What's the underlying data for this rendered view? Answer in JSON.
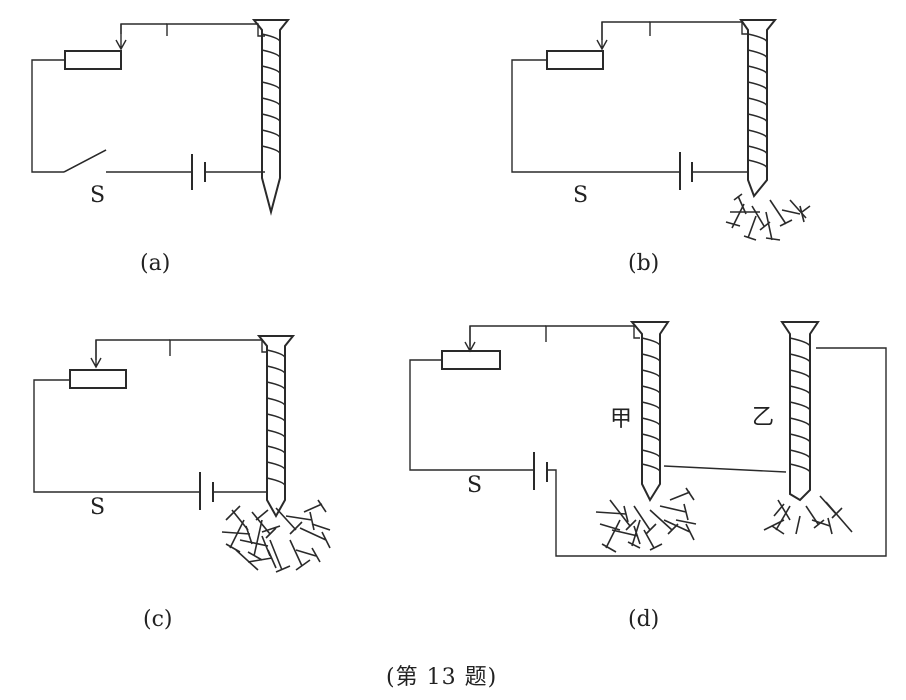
{
  "panels": [
    {
      "id": "a",
      "caption": "(a)",
      "switch_label": "S"
    },
    {
      "id": "b",
      "caption": "(b)",
      "switch_label": "S"
    },
    {
      "id": "c",
      "caption": "(c)",
      "switch_label": "S"
    },
    {
      "id": "d",
      "caption": "(d)",
      "switch_label": "S",
      "nail_labels": [
        "甲",
        "乙"
      ]
    }
  ],
  "figure_caption": "(第 13 题)"
}
